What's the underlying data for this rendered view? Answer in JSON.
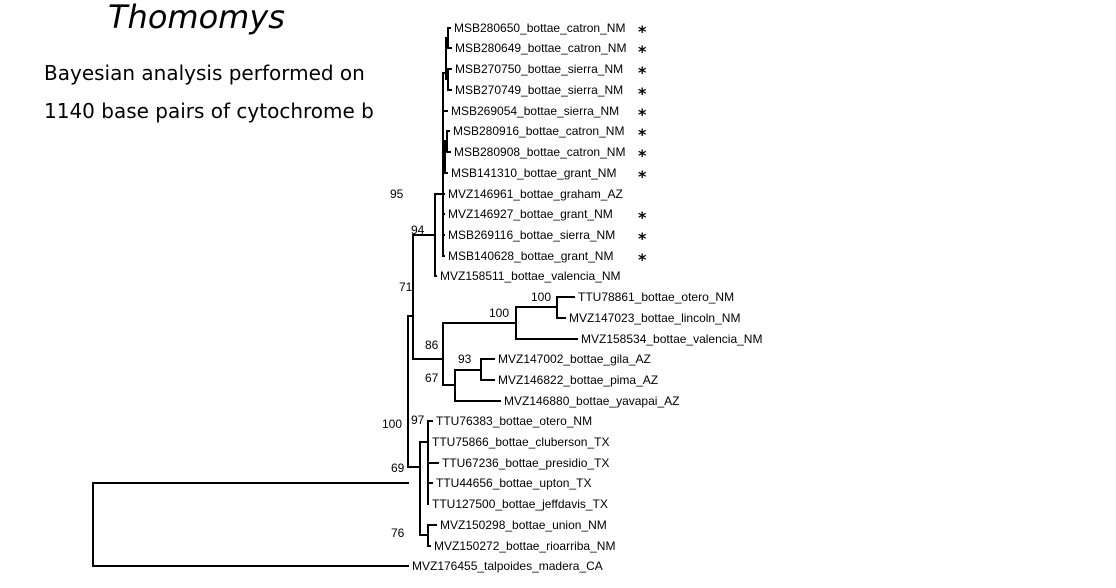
{
  "title": "Thomomys",
  "subtitle_line1": "Bayesian analysis performed on",
  "subtitle_line2": "1140 base pairs of cytochrome b",
  "marker_symbol": "*",
  "tips": [
    {
      "id": "t1",
      "label": "MSB280650_bottae_catron_NM",
      "marked": true
    },
    {
      "id": "t2",
      "label": "MSB280649_bottae_catron_NM",
      "marked": true
    },
    {
      "id": "t3",
      "label": "MSB270750_bottae_sierra_NM",
      "marked": true
    },
    {
      "id": "t4",
      "label": "MSB270749_bottae_sierra_NM",
      "marked": true
    },
    {
      "id": "t5",
      "label": "MSB269054_bottae_sierra_NM",
      "marked": true
    },
    {
      "id": "t6",
      "label": "MSB280916_bottae_catron_NM",
      "marked": true
    },
    {
      "id": "t7",
      "label": "MSB280908_bottae_catron_NM",
      "marked": true
    },
    {
      "id": "t8",
      "label": "MSB141310_bottae_grant_NM",
      "marked": true
    },
    {
      "id": "t9",
      "label": "MVZ146961_bottae_graham_AZ",
      "marked": false
    },
    {
      "id": "t10",
      "label": "MVZ146927_bottae_grant_NM",
      "marked": true
    },
    {
      "id": "t11",
      "label": "MSB269116_bottae_sierra_NM",
      "marked": true
    },
    {
      "id": "t12",
      "label": "MSB140628_bottae_grant_NM",
      "marked": true
    },
    {
      "id": "t13",
      "label": "MVZ158511_bottae_valencia_NM",
      "marked": false
    },
    {
      "id": "t14",
      "label": "TTU78861_bottae_otero_NM",
      "marked": false
    },
    {
      "id": "t15",
      "label": "MVZ147023_bottae_lincoln_NM",
      "marked": false
    },
    {
      "id": "t16",
      "label": "MVZ158534_bottae_valencia_NM",
      "marked": false
    },
    {
      "id": "t17",
      "label": "MVZ147002_bottae_gila_AZ",
      "marked": false
    },
    {
      "id": "t18",
      "label": "MVZ146822_bottae_pima_AZ",
      "marked": false
    },
    {
      "id": "t19",
      "label": "MVZ146880_bottae_yavapai_AZ",
      "marked": false
    },
    {
      "id": "t20",
      "label": "TTU76383_bottae_otero_NM",
      "marked": false
    },
    {
      "id": "t21",
      "label": "TTU75866_bottae_cluberson_TX",
      "marked": false
    },
    {
      "id": "t22",
      "label": "TTU67236_bottae_presidio_TX",
      "marked": false
    },
    {
      "id": "t23",
      "label": "TTU44656_bottae_upton_TX",
      "marked": false
    },
    {
      "id": "t24",
      "label": "TTU127500_bottae_jeffdavis_TX",
      "marked": false
    },
    {
      "id": "t25",
      "label": "MVZ150298_bottae_union_NM",
      "marked": false
    },
    {
      "id": "t26",
      "label": "MVZ150272_bottae_rioarriba_NM",
      "marked": false
    },
    {
      "id": "t27",
      "label": "MVZ176455_talpoides_madera_CA",
      "marked": false
    }
  ],
  "support_values": [
    {
      "node": "n95",
      "value": "95"
    },
    {
      "node": "n94",
      "value": "94"
    },
    {
      "node": "n71",
      "value": "71"
    },
    {
      "node": "n100a",
      "value": "100"
    },
    {
      "node": "n100b",
      "value": "100"
    },
    {
      "node": "n86",
      "value": "86"
    },
    {
      "node": "n93",
      "value": "93"
    },
    {
      "node": "n67",
      "value": "67"
    },
    {
      "node": "n100root",
      "value": "100"
    },
    {
      "node": "n97",
      "value": "97"
    },
    {
      "node": "n69",
      "value": "69"
    },
    {
      "node": "n76",
      "value": "76"
    }
  ]
}
